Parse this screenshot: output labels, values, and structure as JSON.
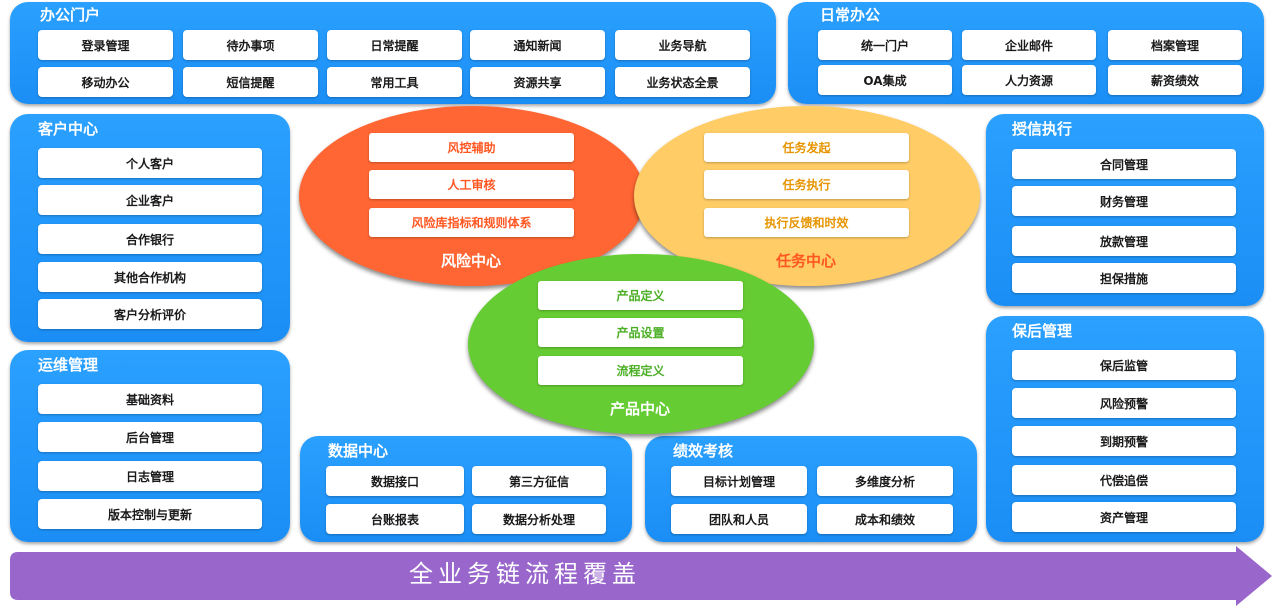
{
  "office_portal": {
    "title": "办公门户",
    "items": [
      "登录管理",
      "待办事项",
      "日常提醒",
      "通知新闻",
      "业务导航",
      "移动办公",
      "短信提醒",
      "常用工具",
      "资源共享",
      "业务状态全景"
    ]
  },
  "daily_office": {
    "title": "日常办公",
    "items": [
      "统一门户",
      "企业邮件",
      "档案管理",
      "OA集成",
      "人力资源",
      "薪资绩效"
    ]
  },
  "customer_center": {
    "title": "客户中心",
    "items": [
      "个人客户",
      "企业客户",
      "合作银行",
      "其他合作机构",
      "客户分析评价"
    ]
  },
  "ops_management": {
    "title": "运维管理",
    "items": [
      "基础资料",
      "后台管理",
      "日志管理",
      "版本控制与更新"
    ]
  },
  "credit_execution": {
    "title": "授信执行",
    "items": [
      "合同管理",
      "财务管理",
      "放款管理",
      "担保措施"
    ]
  },
  "post_loan": {
    "title": "保后管理",
    "items": [
      "保后监管",
      "风险预警",
      "到期预警",
      "代偿追偿",
      "资产管理"
    ]
  },
  "data_center": {
    "title": "数据中心",
    "items": [
      "数据接口",
      "第三方征信",
      "台账报表",
      "数据分析处理"
    ]
  },
  "performance": {
    "title": "绩效考核",
    "items": [
      "目标计划管理",
      "多维度分析",
      "团队和人员",
      "成本和绩效"
    ]
  },
  "risk_center": {
    "title": "风险中心",
    "items": [
      "风控辅助",
      "人工审核",
      "风险库指标和规则体系"
    ],
    "color": "#ff6a33"
  },
  "task_center": {
    "title": "任务中心",
    "items": [
      "任务发起",
      "任务执行",
      "执行反馈和时效"
    ],
    "color": "#ffcc66"
  },
  "product_center": {
    "title": "产品中心",
    "items": [
      "产品定义",
      "产品设置",
      "流程定义"
    ],
    "color": "#66cc33"
  },
  "banner": {
    "text": "全业务链流程覆盖",
    "color": "#9966cc"
  }
}
